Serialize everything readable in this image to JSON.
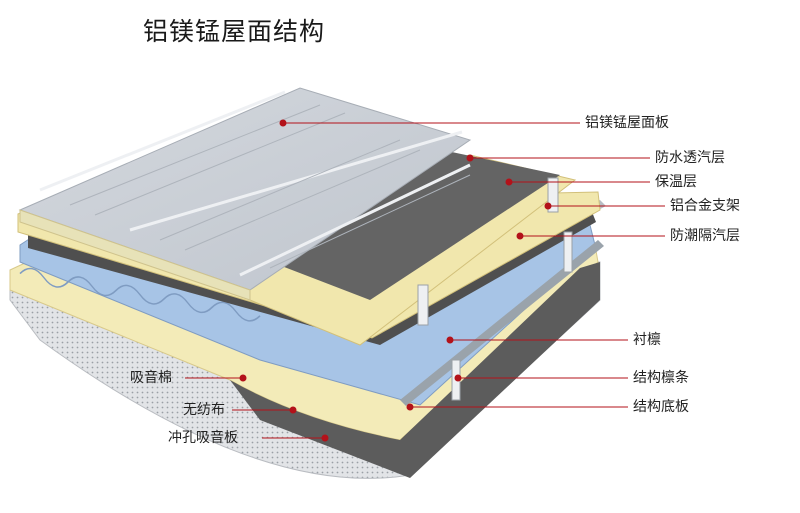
{
  "title": "铝镁锰屋面结构",
  "colors": {
    "panel": "#c9ced6",
    "seam": "#e6e9ee",
    "membrane": "#606060",
    "insulation": "#f1e7ad",
    "deck": "#a9c6e8",
    "leader": "#b3121a"
  },
  "labels": {
    "roof_panel": "铝镁锰屋面板",
    "waterproof_membrane": "防水透汽层",
    "insulation": "保温层",
    "aluminum_bracket": "铝合金支架",
    "vapor_barrier": "防潮隔汽层",
    "purlin_liner": "衬檩",
    "structural_purlin": "结构檩条",
    "structural_deck": "结构底板",
    "sound_absorbing_wool": "吸音棉",
    "nonwoven_fabric": "无纺布",
    "perforated_panel": "冲孔吸音板"
  }
}
